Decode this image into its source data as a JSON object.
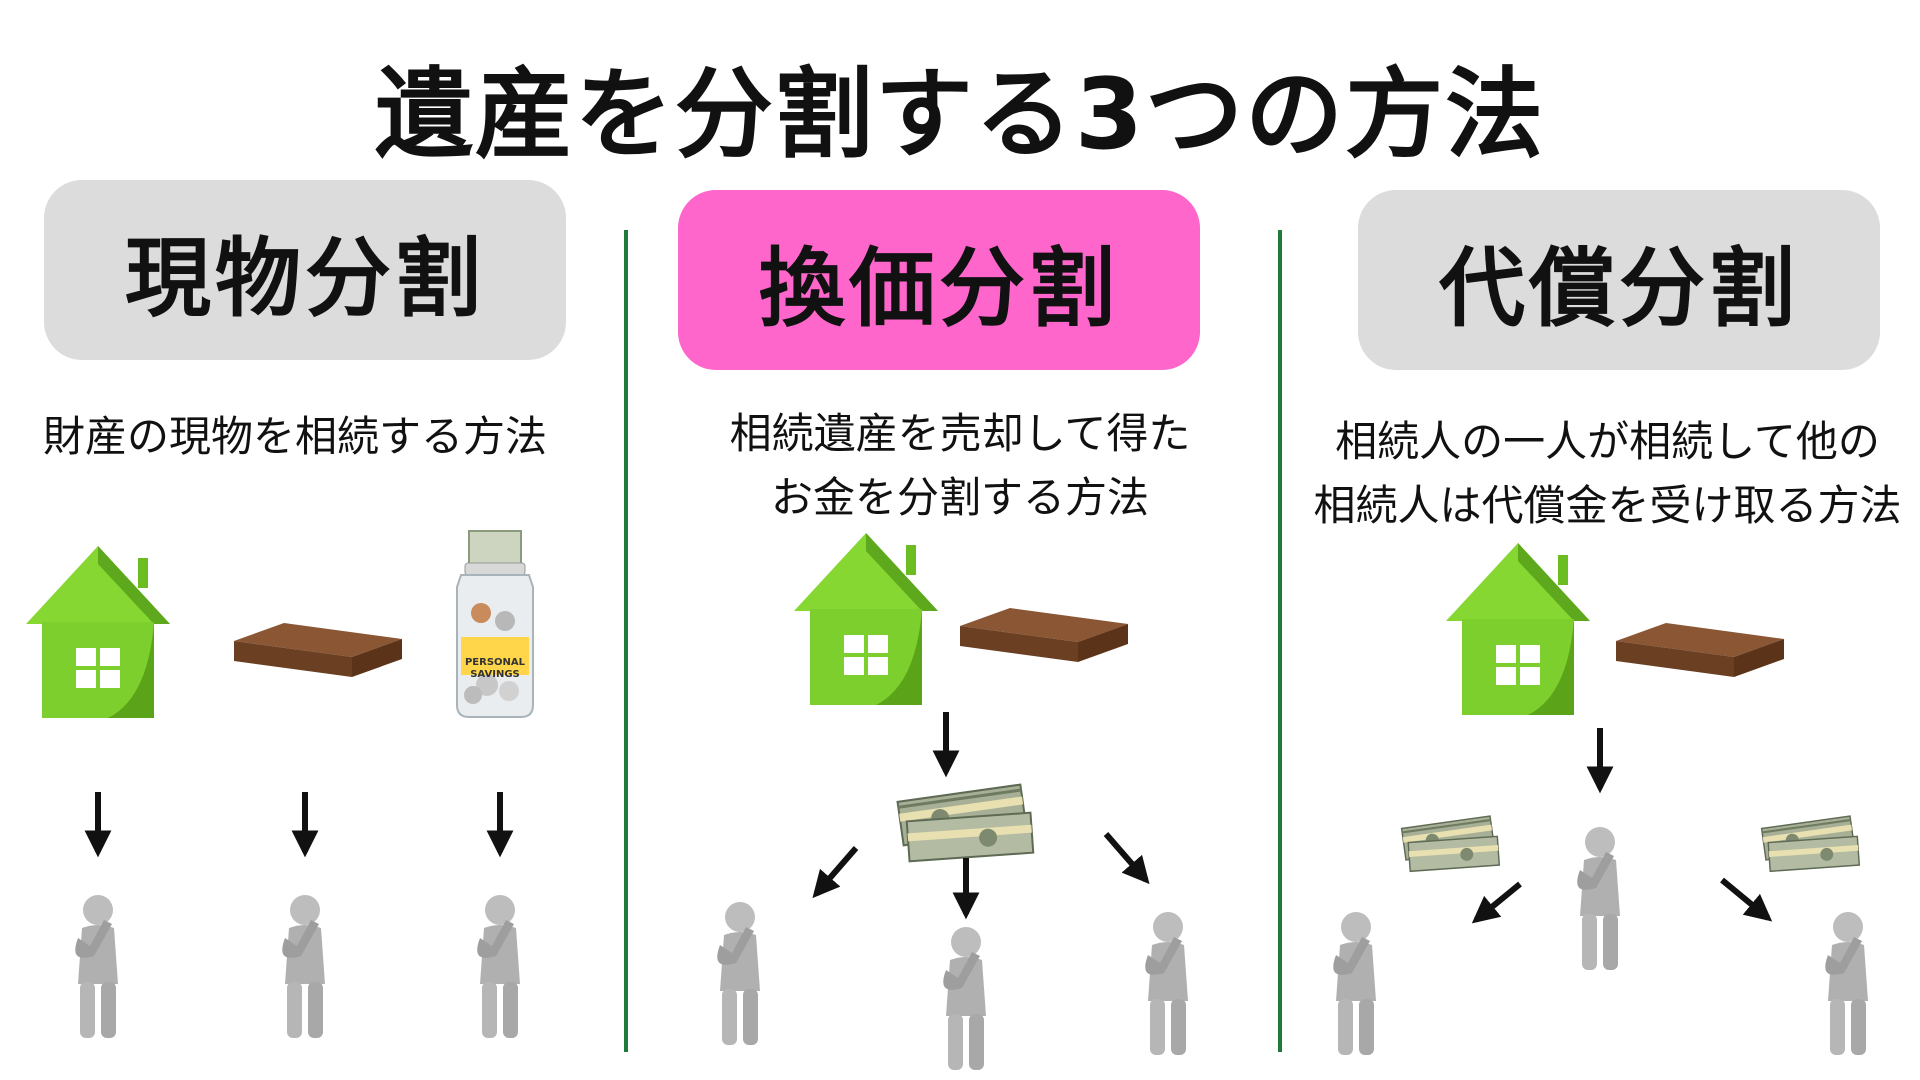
{
  "title": "遺産を分割する3つの方法",
  "colors": {
    "header_gray": "#dcdcdc",
    "header_pink": "#ff66cc",
    "divider": "#1f7a3c",
    "house_green": "#7ccf2c",
    "house_dark": "#4c9a14",
    "land_brown": "#7a4a2a",
    "cash_green": "#8c9a7e",
    "person_gray": "#b4b4b4"
  },
  "methods": [
    {
      "name": "現物分割",
      "description": [
        "財産の現物を相続する方法"
      ],
      "highlighted": false,
      "assets": [
        "house-icon",
        "land-icon",
        "savings-jar-icon"
      ]
    },
    {
      "name": "換価分割",
      "description": [
        "相続遺産を売却して得た",
        "お金を分割する方法"
      ],
      "highlighted": true,
      "assets": [
        "house-icon",
        "land-icon",
        "cash-stack-icon"
      ]
    },
    {
      "name": "代償分割",
      "description": [
        "相続人の一人が相続して他の",
        "相続人は代償金を受け取る方法"
      ],
      "highlighted": false,
      "assets": [
        "house-icon",
        "land-icon",
        "cash-stack-icon"
      ]
    }
  ],
  "jar_label": [
    "PERSONAL",
    "SAVINGS"
  ]
}
